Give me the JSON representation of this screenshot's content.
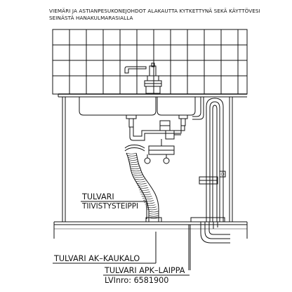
{
  "header": {
    "line1": "VIEMÄRI JA ASTIANPESUKONEJOHDOT ALAKAUTTA KYTKETTYNÄ SEKÄ KÄYTTÖVESI",
    "line2": "SEINÄSTÄ HANAKULMARASIALLA"
  },
  "labels": {
    "tulvari_title": "TULVARI",
    "tulvari_tape": "TIIVISTYSTEIPPI",
    "ak_kaukalo": "TULVARI AK–KAUKALO",
    "apk_laippa": "TULVARI APK–LAIPPA",
    "lvinro": "LVInro:  6581900"
  }
}
